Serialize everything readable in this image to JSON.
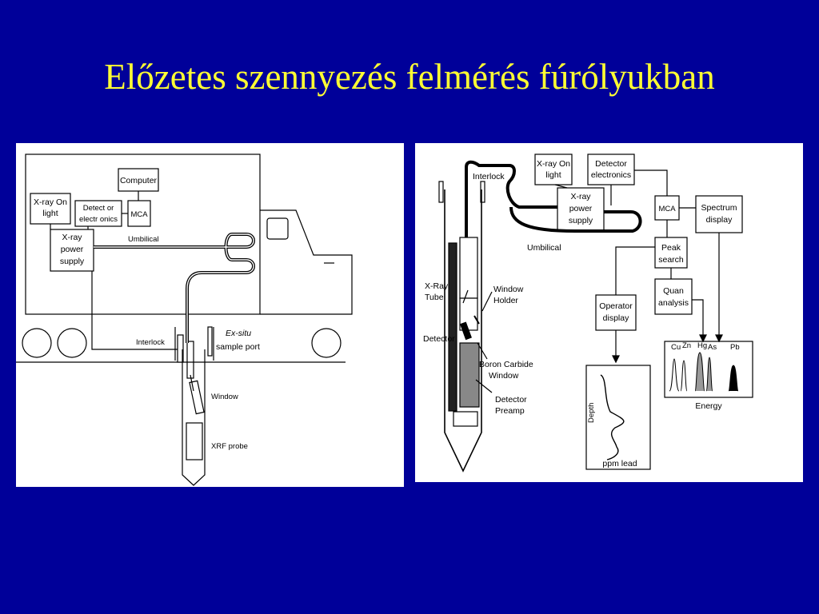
{
  "slide": {
    "title": "Előzetes szennyezés felmérés fúrólyukban",
    "background": "#000099",
    "title_color": "#ffff33"
  },
  "left_diagram": {
    "computer": "Computer",
    "xray_on_light": [
      "X-ray On",
      "light"
    ],
    "detector_electronics": [
      "Detect or",
      "electr onics"
    ],
    "mca": "MCA",
    "xray_power_supply": [
      "X-ray",
      "power",
      "supply"
    ],
    "umbilical": "Umbilical",
    "interlock": "Interlock",
    "ex_situ": "Ex-situ",
    "sample_port": "sample port",
    "window": "Window",
    "xrf_probe": "XRF probe"
  },
  "right_diagram": {
    "interlock": "Interlock",
    "xray_on_light": [
      "X-ray On",
      "light"
    ],
    "detector_electronics": [
      "Detector",
      "electronics"
    ],
    "xray_power_supply": [
      "X-ray",
      "power",
      "supply"
    ],
    "mca": "MCA",
    "spectrum_display": [
      "Spectrum",
      "display"
    ],
    "umbilical": "Umbilical",
    "peak_search": [
      "Peak",
      "search"
    ],
    "quan_analysis": [
      "Quan",
      "analysis"
    ],
    "operator_display": [
      "Operator",
      "display"
    ],
    "xray_tube": [
      "X-Ray",
      "Tube"
    ],
    "window_holder": [
      "Window",
      "Holder"
    ],
    "detector": "Detector",
    "boron_carbide_window": [
      "Boron Carbide",
      "Window"
    ],
    "detector_preamp": [
      "Detector",
      "Preamp"
    ],
    "depth_axis": "Depth",
    "ppm_lead": "ppm lead",
    "elements": [
      "Cu",
      "Zn",
      "Hg",
      "As",
      "Pb"
    ],
    "energy": "Energy"
  }
}
